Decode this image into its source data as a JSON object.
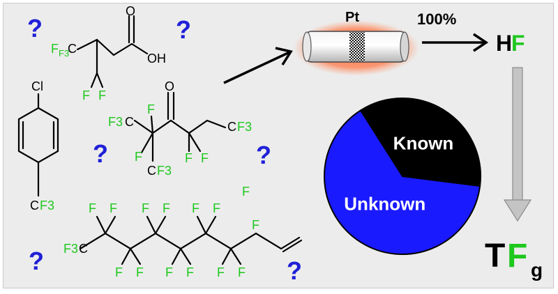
{
  "question_mark": "?",
  "atoms": {
    "F": "F",
    "F3": "F3",
    "C": "C",
    "O": "O",
    "OH": "OH",
    "Cl": "Cl",
    "H": "H",
    "T": "T",
    "g": "g"
  },
  "reactor": {
    "catalyst_label": "Pt"
  },
  "conversion_label": "100%",
  "pie": {
    "slices": [
      {
        "label": "Known",
        "fraction": 0.36,
        "color": "#000000",
        "text_color": "#ffffff"
      },
      {
        "label": "Unknown",
        "fraction": 0.64,
        "color": "#1a1aff",
        "text_color": "#ffffff"
      }
    ]
  },
  "colors": {
    "fluorine": "#1ec81e",
    "question": "#2020d8",
    "reactor_glow": "#ff6a3c",
    "down_arrow": "#b8b8b8"
  }
}
